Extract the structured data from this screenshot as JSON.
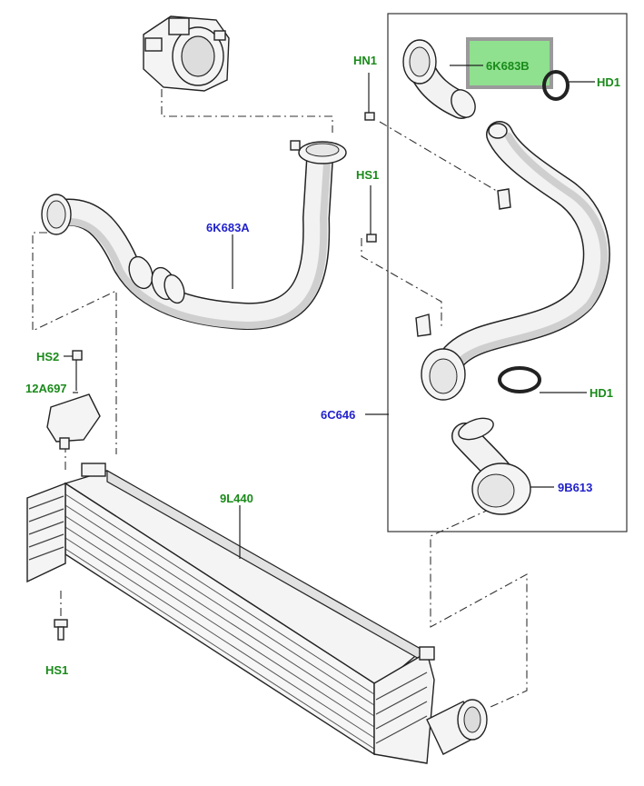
{
  "callouts": {
    "hn1": "HN1",
    "k683b": "6K683B",
    "hd1_top": "HD1",
    "hs1_top": "HS1",
    "k683a": "6K683A",
    "hs2": "HS2",
    "a697": "12A697",
    "c646": "6C646",
    "hd1_mid": "HD1",
    "b613": "9B613",
    "l440": "9L440",
    "hs1_bottom": "HS1"
  },
  "colors": {
    "green_label": "#1a8a1a",
    "blue_label": "#2222cc",
    "highlight_fill": "#8fe08f",
    "highlight_border": "#9a9a9a"
  }
}
